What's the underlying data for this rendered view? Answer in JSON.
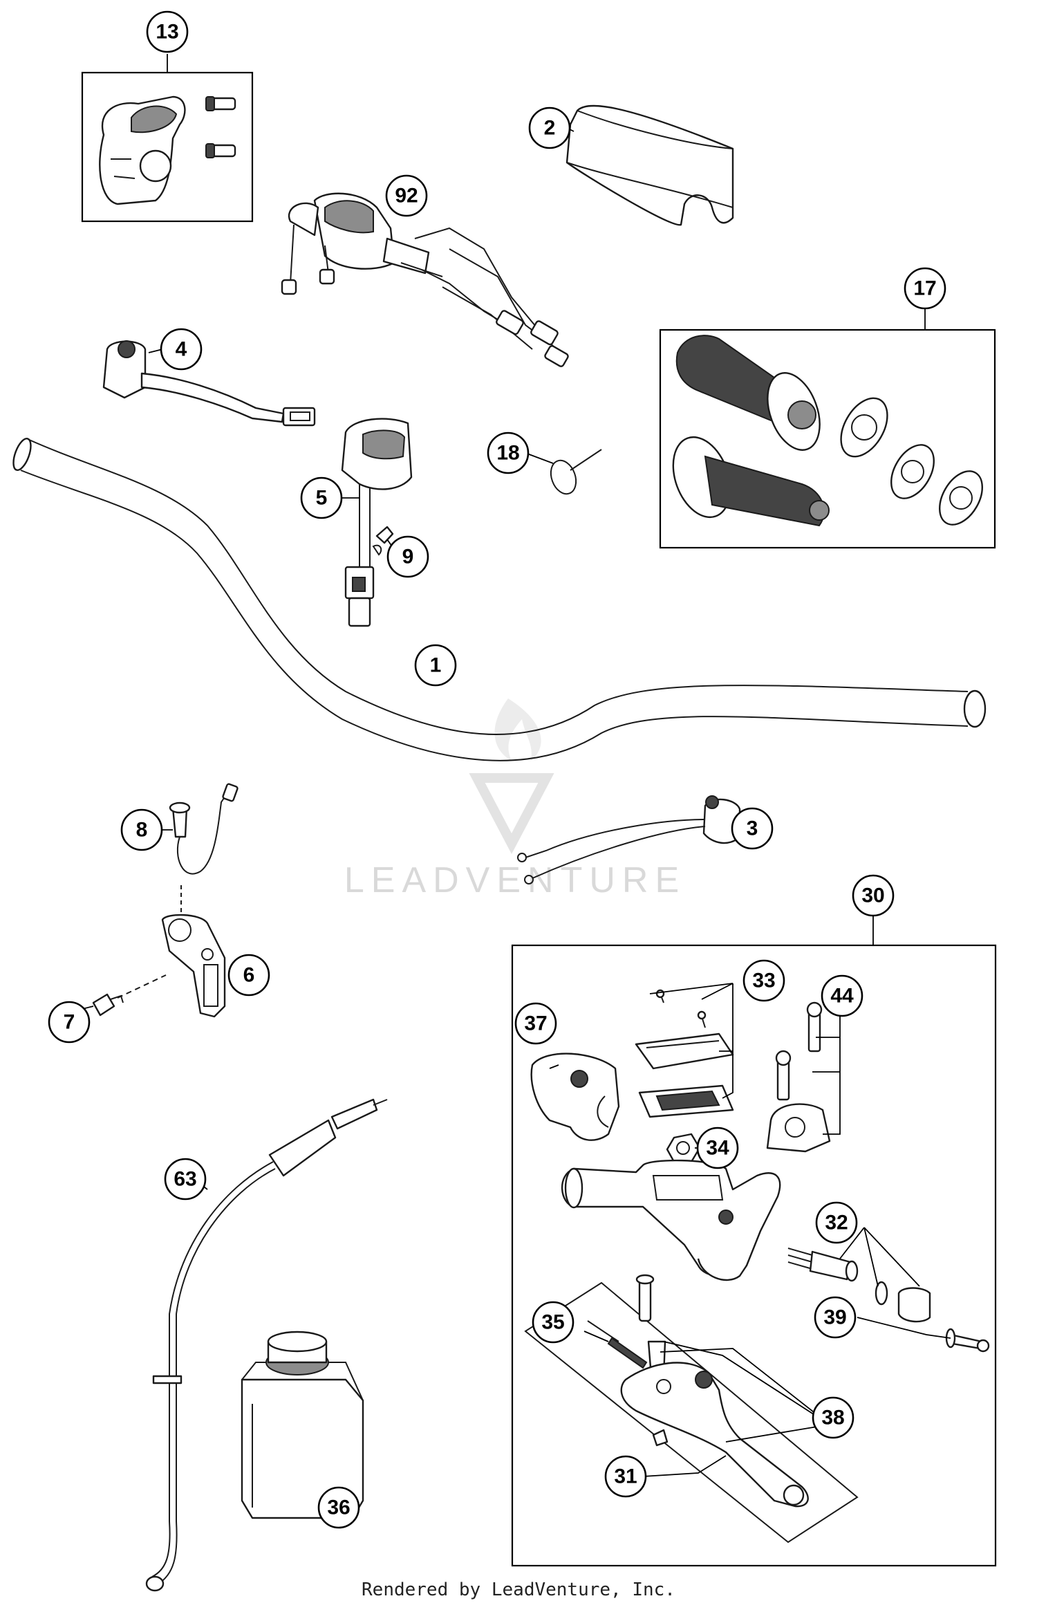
{
  "watermark_text": "LEADVENTURE",
  "footer_text": "Rendered by LeadVenture, Inc.",
  "callouts": [
    "13",
    "2",
    "92",
    "4",
    "17",
    "18",
    "5",
    "9",
    "1",
    "8",
    "3",
    "30",
    "6",
    "33",
    "44",
    "37",
    "7",
    "34",
    "63",
    "32",
    "39",
    "35",
    "38",
    "31",
    "36"
  ]
}
